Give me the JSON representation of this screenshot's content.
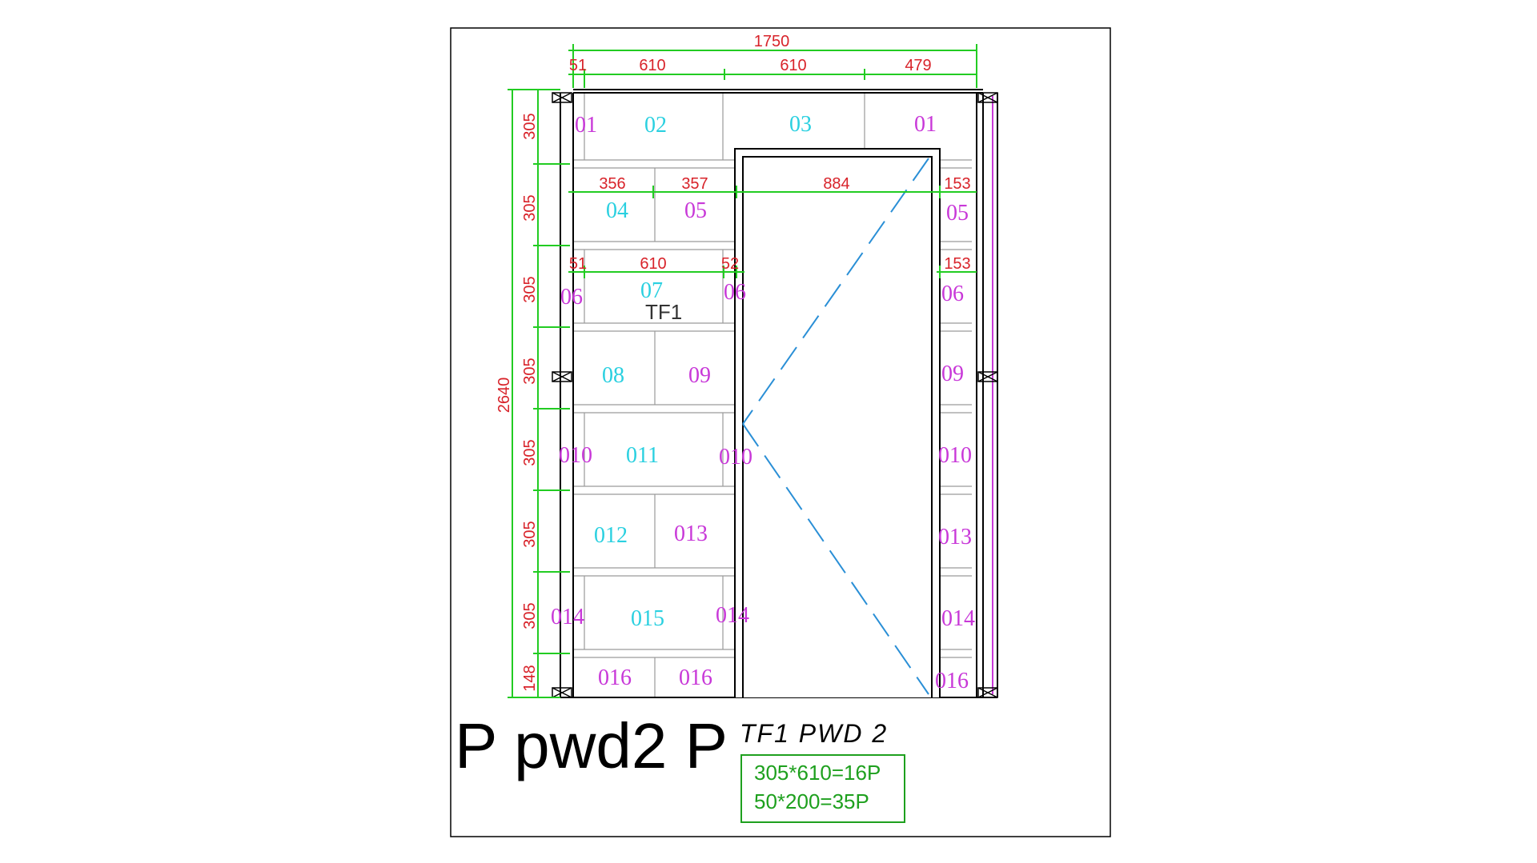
{
  "colors": {
    "dimension_line": "#22cc22",
    "dimension_text": "#d8232a",
    "tile_cyan": "#2ad0e0",
    "tile_magenta": "#c838d8",
    "door_swing": "#2a8fd6",
    "frame": "#000000",
    "grout": "#9a9a9a",
    "note_box": "#1ea01e"
  },
  "dims": {
    "total_width": "1750",
    "top": [
      "51",
      "610",
      "610",
      "479"
    ],
    "row2": [
      "356",
      "357",
      "884",
      "153"
    ],
    "row3": [
      "51",
      "610",
      "52",
      "153"
    ],
    "total_height": "2640",
    "side": [
      "305",
      "305",
      "305",
      "305",
      "305",
      "305",
      "305",
      "148"
    ]
  },
  "tiles": {
    "row1": [
      "01",
      "02",
      "03",
      "01"
    ],
    "row2": [
      "04",
      "05",
      "05"
    ],
    "row3": [
      "06",
      "07",
      "06",
      "06"
    ],
    "row4": [
      "08",
      "09",
      "09"
    ],
    "row5": [
      "010",
      "011",
      "010",
      "010"
    ],
    "row6": [
      "012",
      "013",
      "013"
    ],
    "row7": [
      "014",
      "015",
      "014",
      "014"
    ],
    "row8": [
      "016",
      "016",
      "016"
    ]
  },
  "tag": "TF1",
  "title": {
    "main": "P pwd2 P",
    "sub": "TF1 PWD 2"
  },
  "notes": [
    "305*610=16P",
    "50*200=35P"
  ]
}
